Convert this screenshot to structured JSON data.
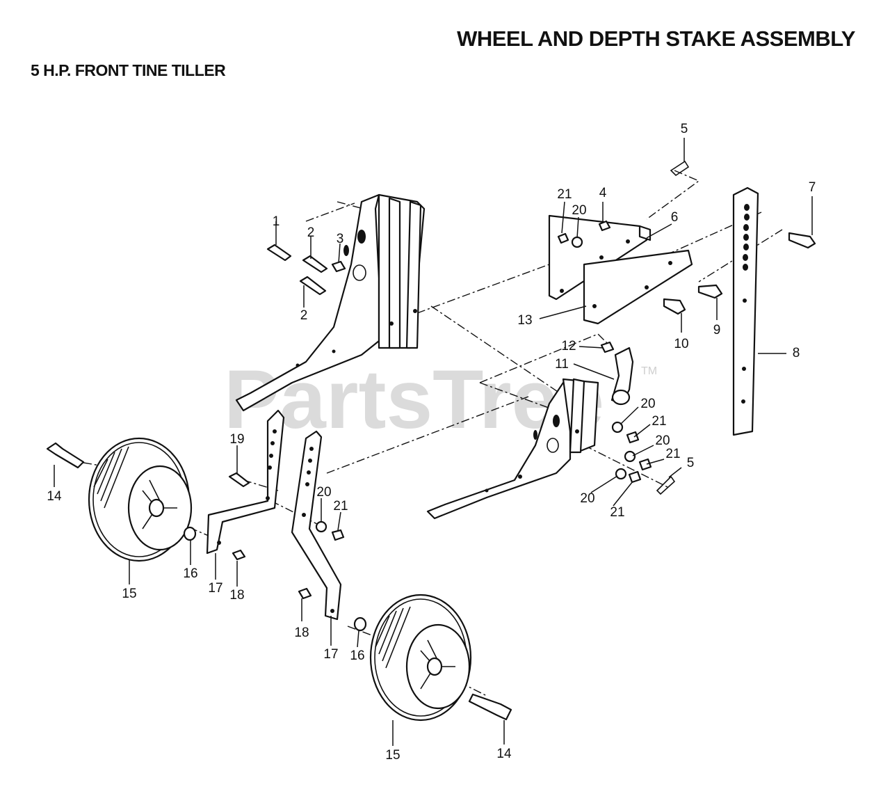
{
  "header": {
    "title": "WHEEL AND DEPTH STAKE ASSEMBLY",
    "subtitle": "5 H.P. FRONT TINE TILLER"
  },
  "watermark": {
    "text": "PartsTree",
    "trademark": "TM"
  },
  "callouts": [
    "1",
    "2",
    "2",
    "3",
    "4",
    "5",
    "5",
    "6",
    "7",
    "8",
    "9",
    "10",
    "11",
    "12",
    "13",
    "14",
    "14",
    "15",
    "15",
    "16",
    "16",
    "17",
    "17",
    "18",
    "18",
    "19",
    "20",
    "20",
    "20",
    "20",
    "20",
    "21",
    "21",
    "21",
    "21",
    "21"
  ]
}
